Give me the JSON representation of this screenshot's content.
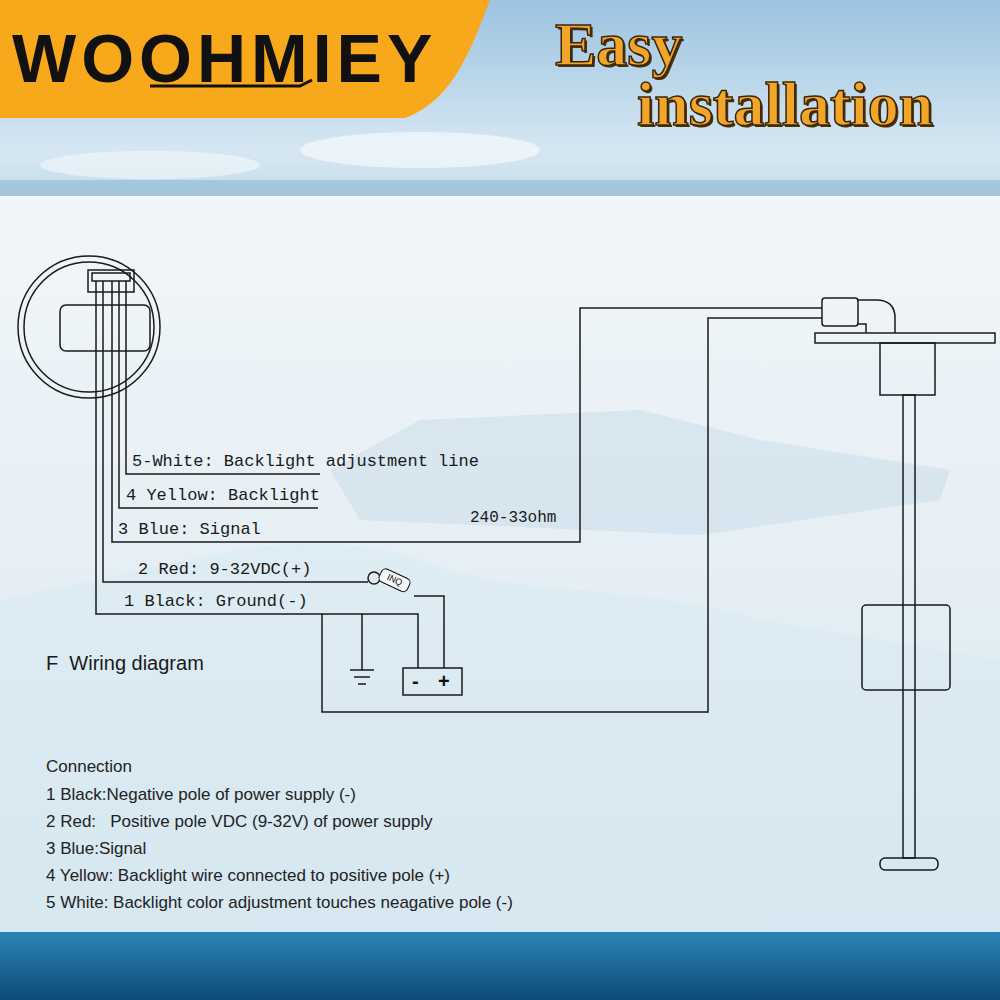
{
  "diagram": {
    "title": "Easy installation",
    "labels": [
      "WOOHMIEY",
      "5-White: Backlight adjustment line",
      "4 Yellow: Backlight",
      "3 Blue: Signal",
      "240-33ohm",
      "2 Red: 9-32VDC(+)",
      "INQ",
      "1 Black: Ground(-)",
      "-",
      "+",
      "F  Wiring diagram",
      "Connection",
      "1 Black:Negative pole of power supply (-)",
      "2 Red:   Positive pole VDC (9-32V) of power supply",
      "3 Blue:Signal",
      "4 Yellow: Backlight wire connected to positive pole (+)",
      "5 White: Backlight color adjustment touches neagative pole (-)"
    ]
  }
}
